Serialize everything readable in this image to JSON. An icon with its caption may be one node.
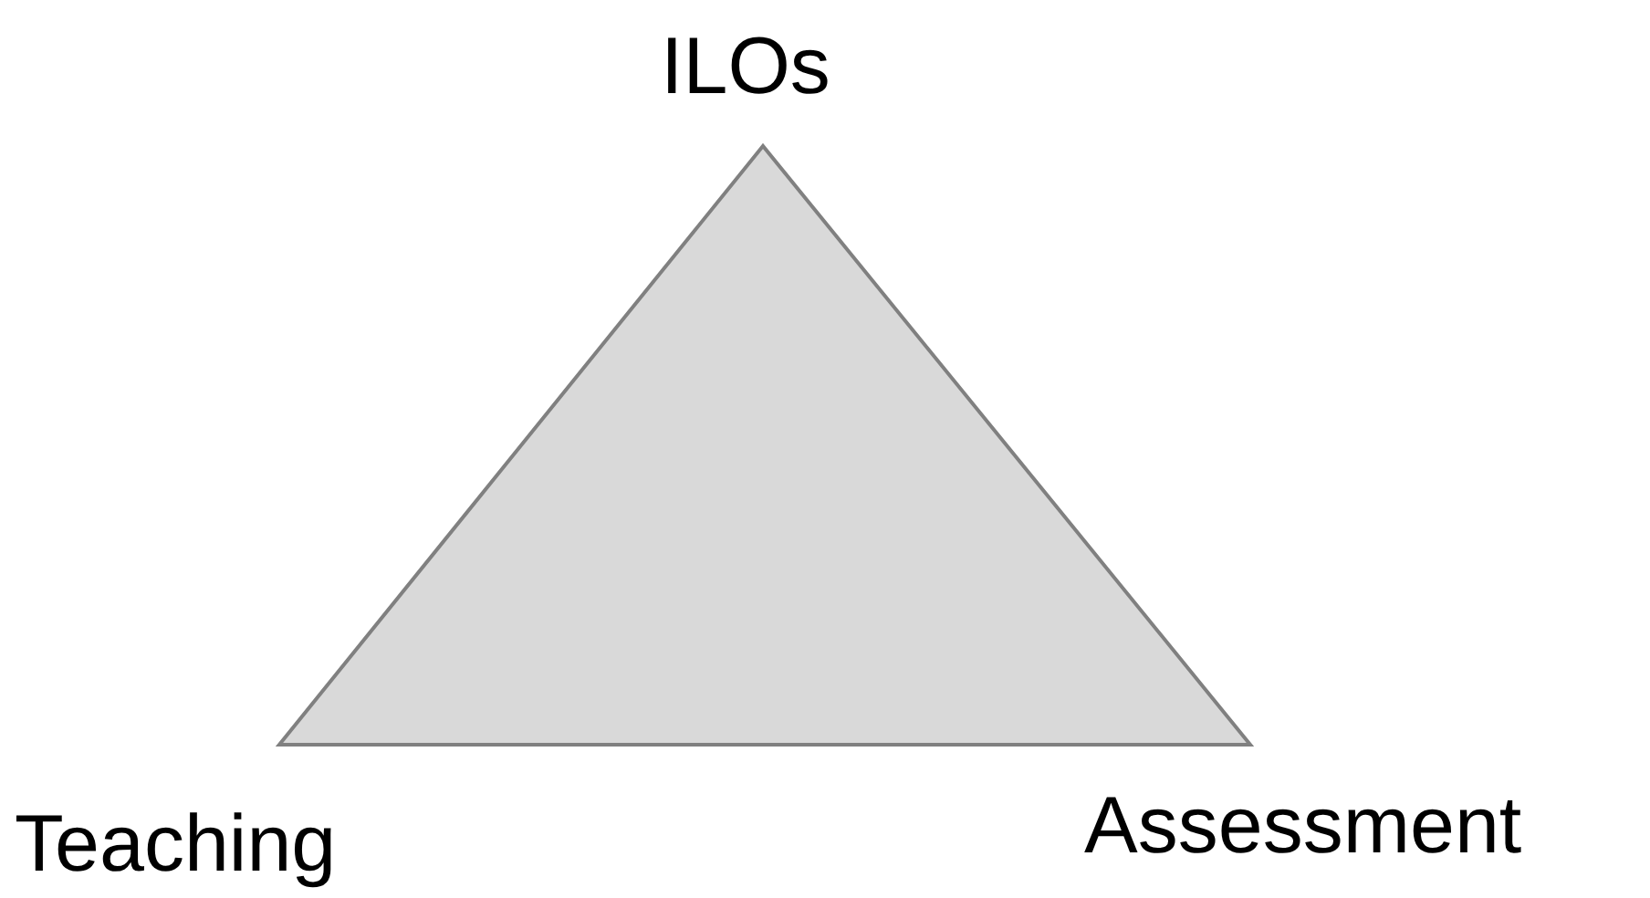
{
  "diagram": {
    "labels": [
      "ILOs",
      "Teaching",
      "Assessment"
    ]
  }
}
